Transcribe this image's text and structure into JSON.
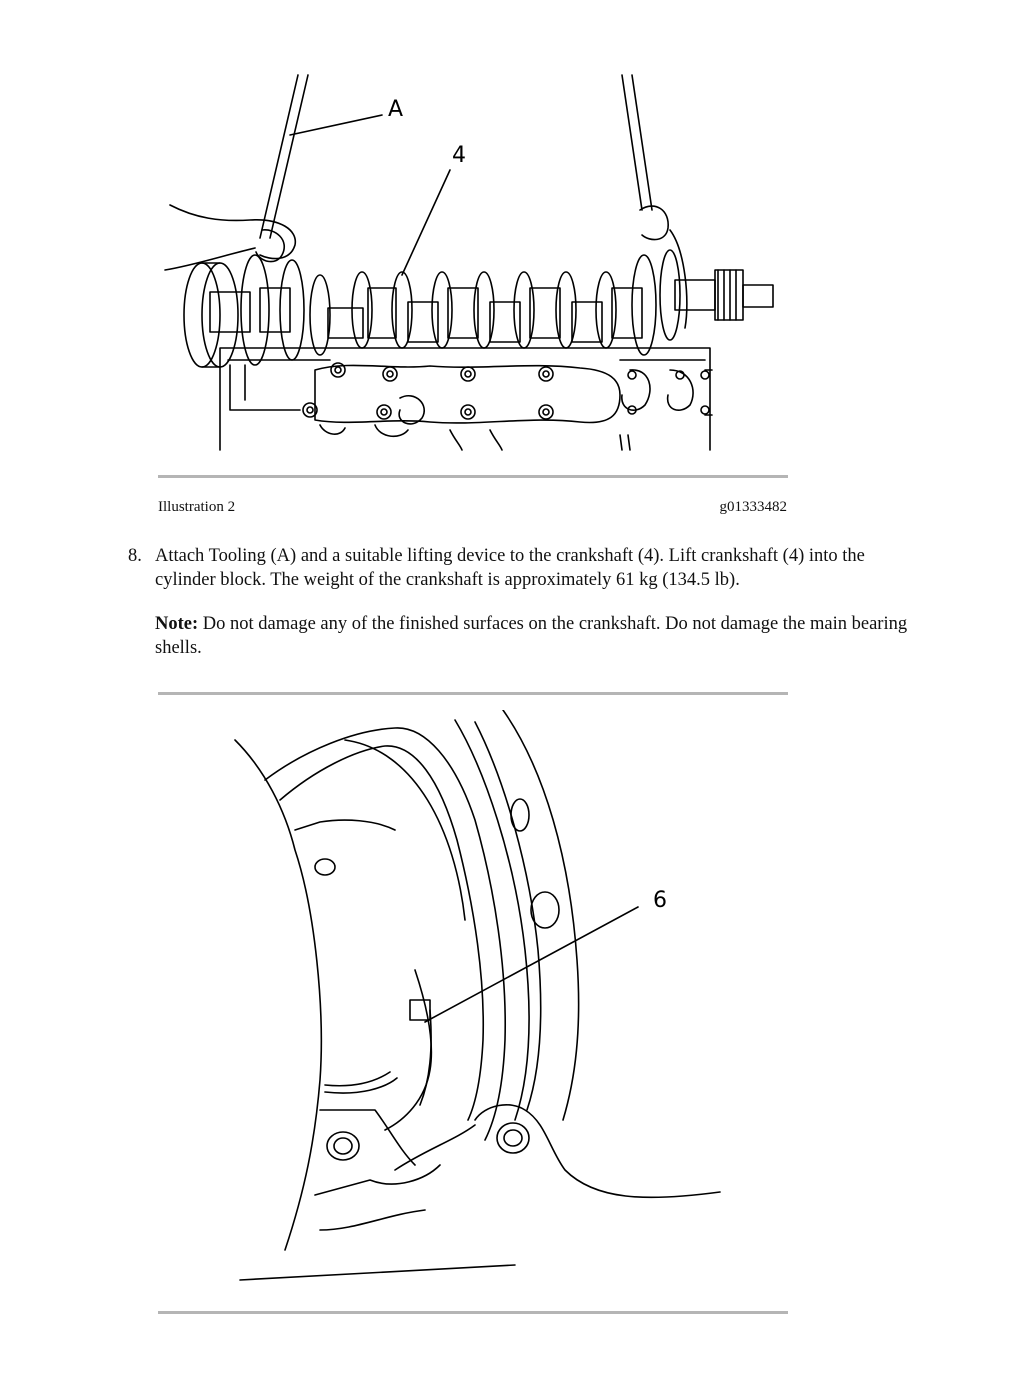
{
  "figure1": {
    "callouts": {
      "tooling": "A",
      "crankshaft": "4"
    },
    "caption_label": "Illustration 2",
    "caption_id": "g01333482"
  },
  "step": {
    "number": "8.",
    "text": "Attach Tooling (A) and a suitable lifting device to the crankshaft (4). Lift crankshaft (4) into the cylinder block. The weight of the crankshaft is approximately 61 kg (134.5 lb)."
  },
  "note": {
    "label": "Note:",
    "text": " Do not damage any of the finished surfaces on the crankshaft. Do not damage the main bearing shells."
  },
  "figure2": {
    "callouts": {
      "bearing_shell": "6"
    }
  }
}
